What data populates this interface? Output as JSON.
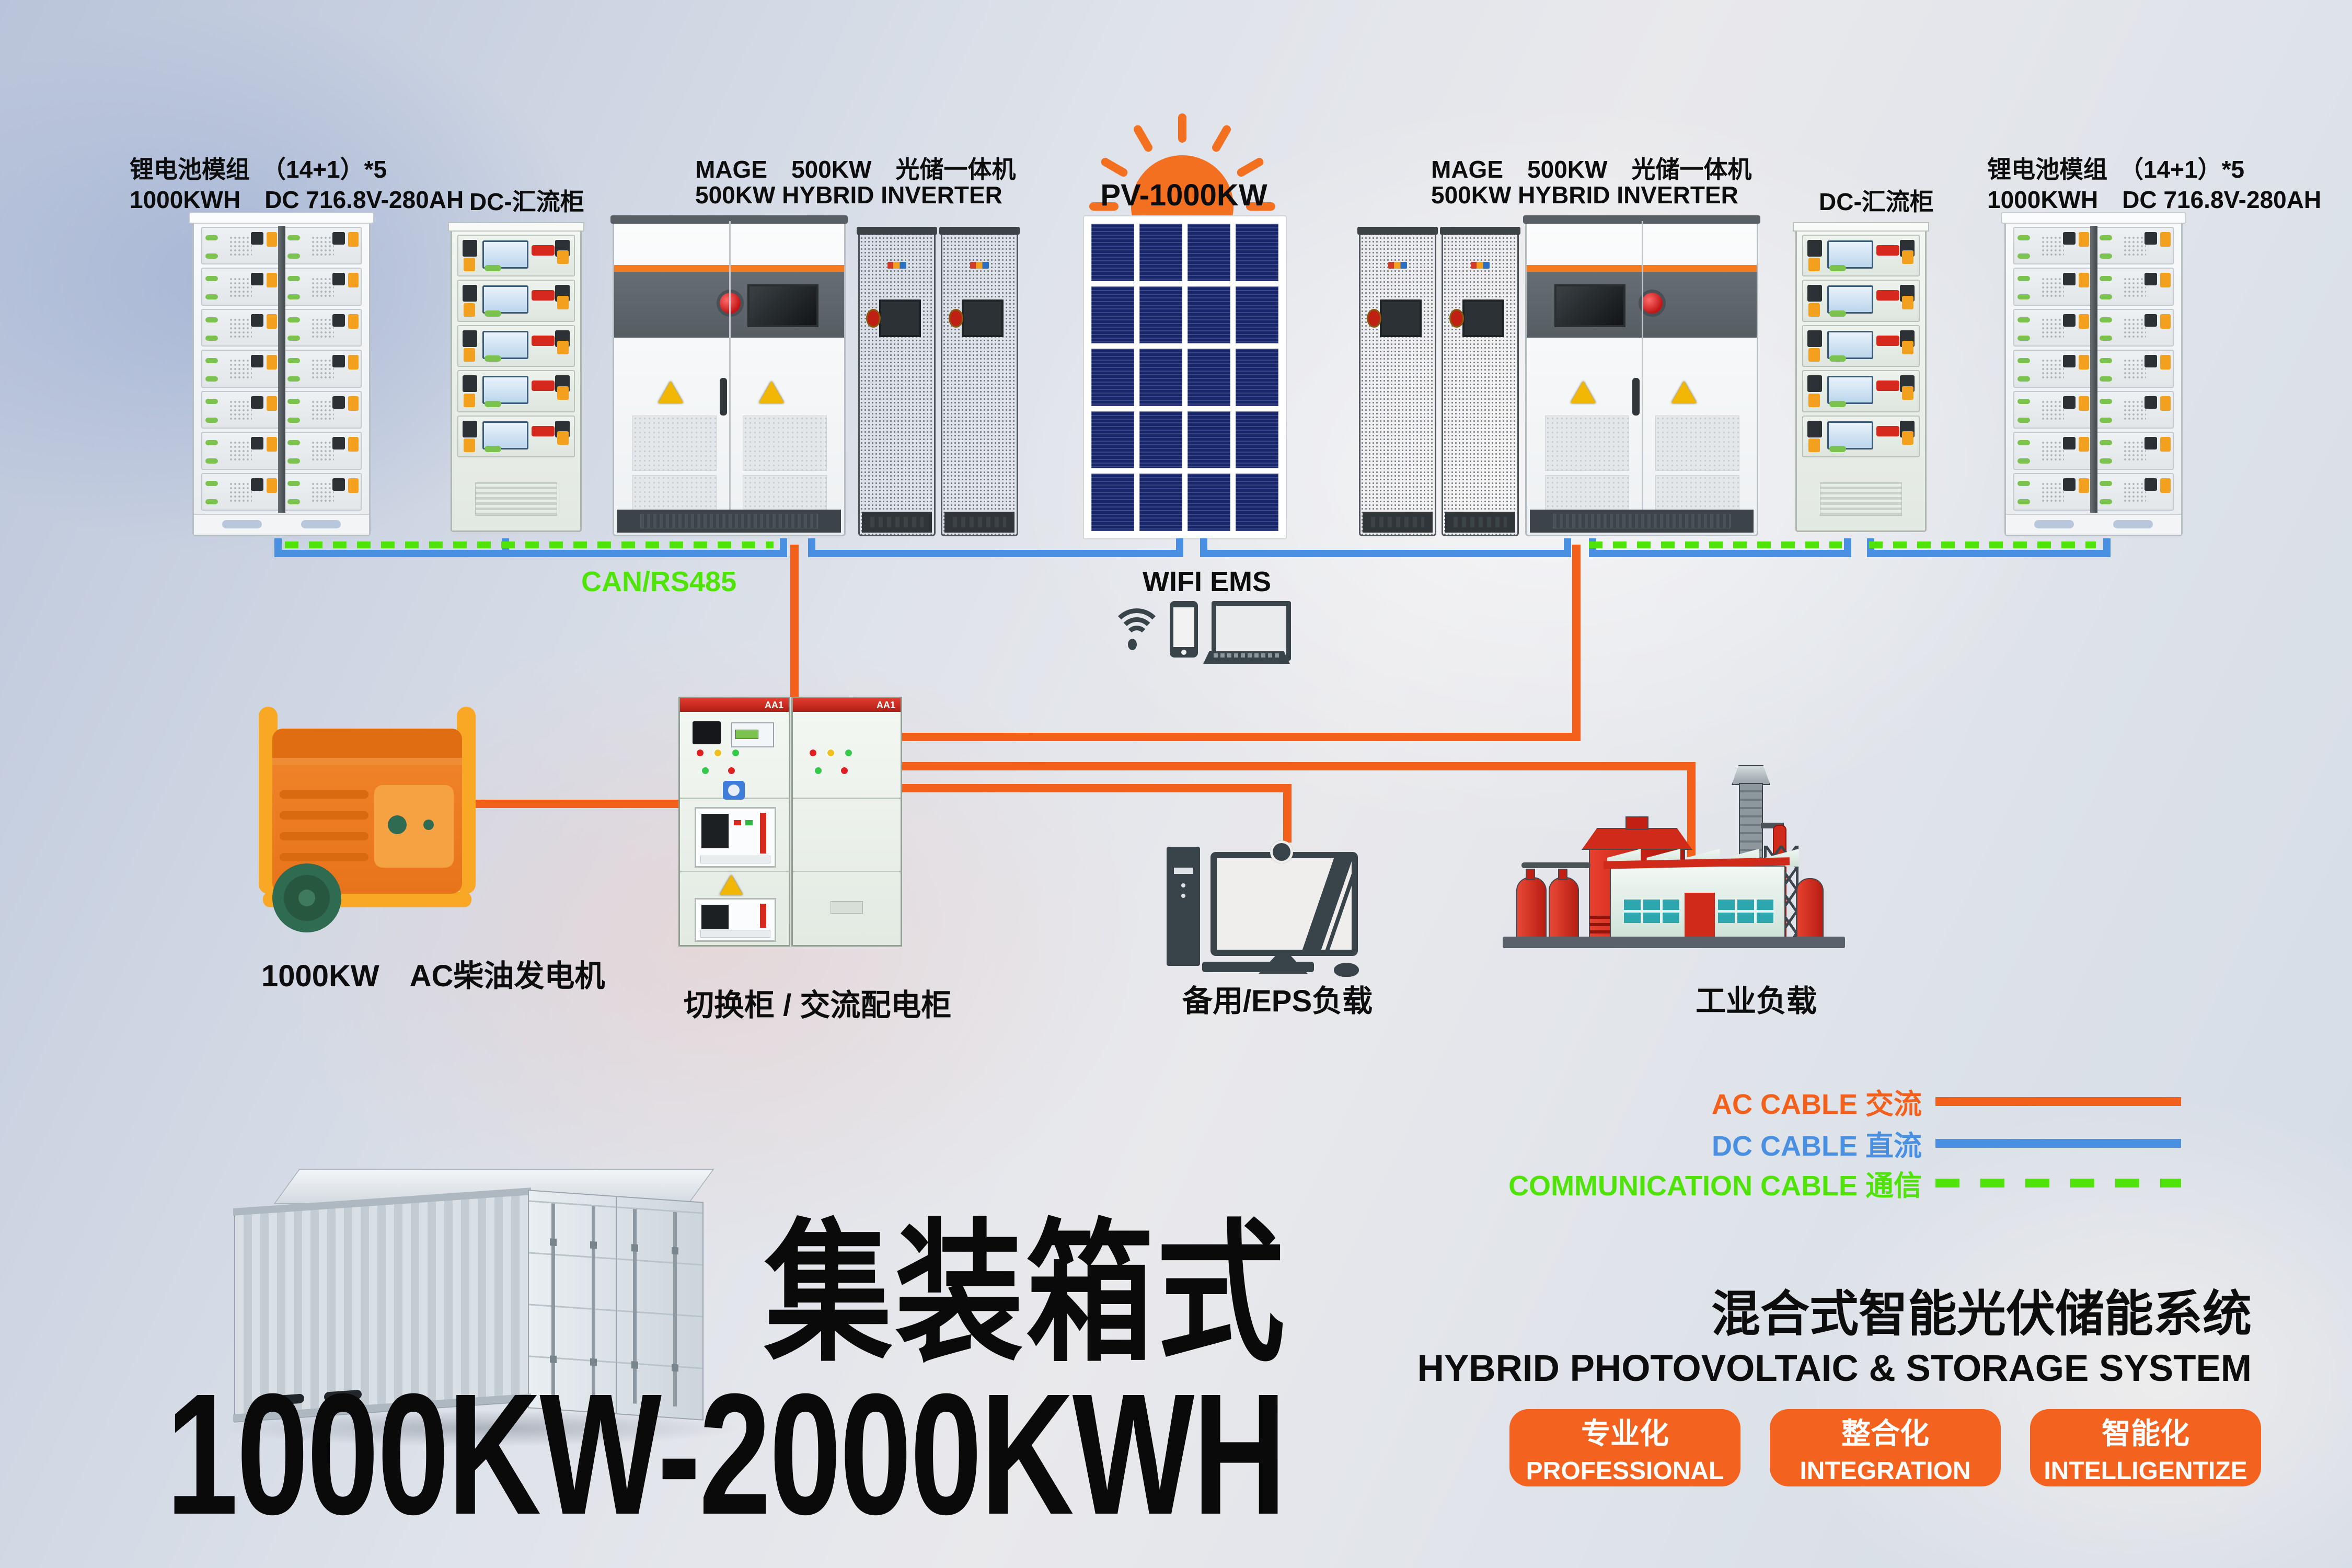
{
  "labels": {
    "battery": {
      "line1": "锂电池模组　（14+1）*5",
      "line2": "1000KWH　DC 716.8V-280AH"
    },
    "dc_combiner": "DC-汇流柜",
    "inverter": {
      "line1": "MAGE　500KW　光储一体机",
      "line2": "500KW HYBRID INVERTER"
    },
    "pv": "PV-1000KW",
    "can_bus": "CAN/RS485",
    "wifi_ems": "WIFI EMS",
    "generator": "1000KW　AC柴油发电机",
    "switch_cabinet": "切换柜 / 交流配电柜",
    "eps_load": "备用/EPS负载",
    "industrial_load": "工业负载",
    "cabinet_banner": "AA1"
  },
  "legend": {
    "items": [
      {
        "label": "AC CABLE 交流",
        "color": "#F2601C",
        "style": "solid"
      },
      {
        "label": "DC CABLE 直流",
        "color": "#4A90E2",
        "style": "solid"
      },
      {
        "label": "COMMUNICATION CABLE 通信",
        "color": "#4FE30A",
        "style": "dashed"
      }
    ]
  },
  "hero": {
    "title_cn": "集装箱式",
    "spec": "1000KW-2000KWH"
  },
  "footer": {
    "title_cn": "混合式智能光伏储能系统",
    "title_en": "HYBRID PHOTOVOLTAIC & STORAGE SYSTEM",
    "badges": [
      {
        "cn": "专业化",
        "en": "PROFESSIONAL"
      },
      {
        "cn": "整合化",
        "en": "INTEGRATION"
      },
      {
        "cn": "智能化",
        "en": "INTELLIGENTIZE"
      }
    ]
  },
  "icons": {
    "sun": "sun-icon",
    "wifi": "wifi-icon",
    "smartphone": "smartphone-icon",
    "laptop": "laptop-icon"
  },
  "colors": {
    "accent_orange": "#F2601C",
    "cable_blue": "#4A90E2",
    "comm_green": "#4FE30A",
    "button_orange": "#F4621F"
  }
}
